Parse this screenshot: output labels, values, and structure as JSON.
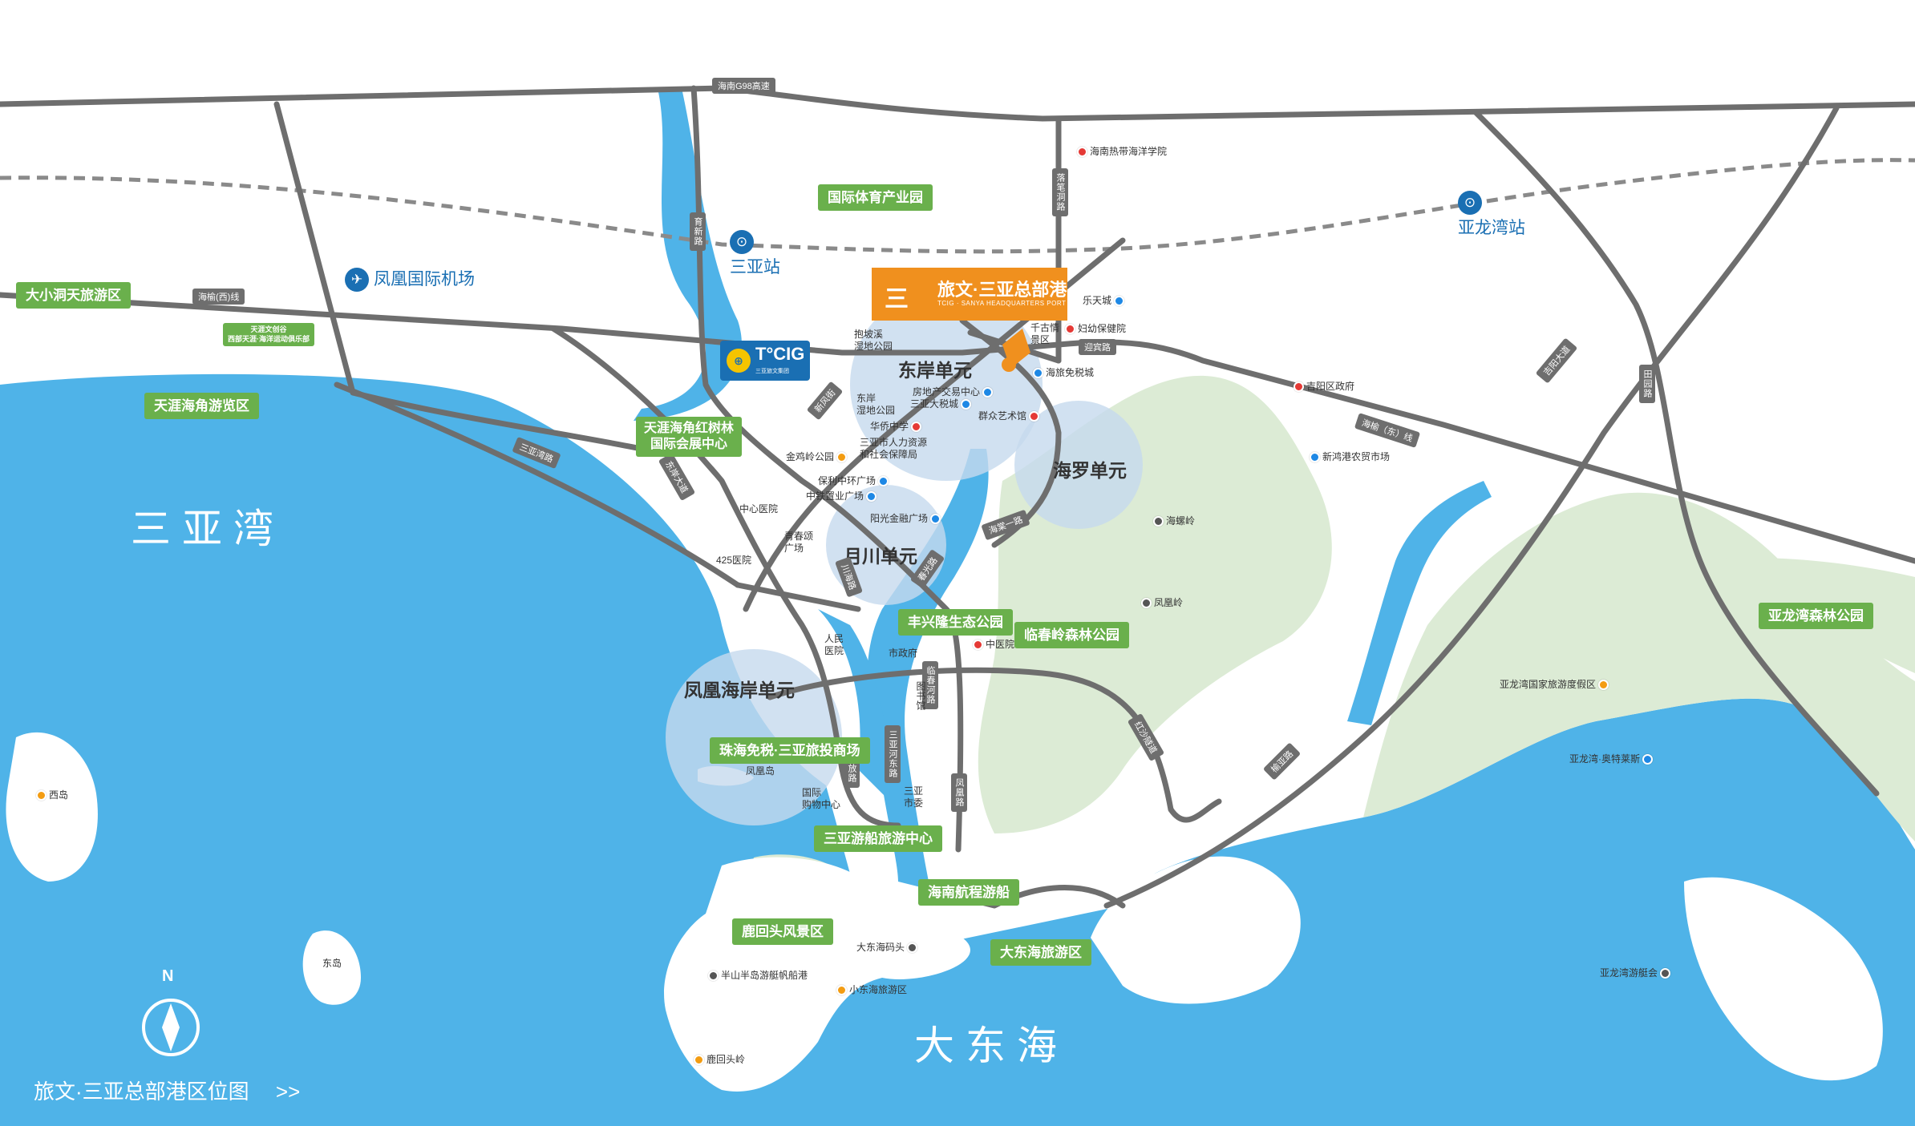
{
  "colors": {
    "water": "#4fb3e8",
    "land": "#ffffff",
    "green_area": "#dcebd5",
    "road": "#6e6e6e",
    "label_green": "#6ab04c",
    "hq_orange": "#f0901e",
    "brand_blue": "#1a6fb3",
    "unit_circle": "#c5d9ee"
  },
  "headquarters": {
    "logo": "三",
    "title": "旅文·三亚总部港",
    "subtitle": "TCIG · SANYA HEADQUARTERS PORT"
  },
  "tcig_logo": {
    "name": "T°CIG",
    "sub": "三亚旅文集团",
    "icon": "tcig-logo-icon"
  },
  "water_bodies": {
    "sanya_bay": "三亚湾",
    "dadong_sea": "大东海"
  },
  "units": {
    "dongan": "东岸单元",
    "hailuo": "海罗单元",
    "yuechuan": "月川单元",
    "fenghuang_coast": "凤凰海岸单元"
  },
  "stations": {
    "airport": {
      "label": "凤凰国际机场",
      "icon": "airplane-icon"
    },
    "sanya": {
      "label": "三亚站",
      "icon": "train-station-icon"
    },
    "yalongwan": {
      "label": "亚龙湾站",
      "icon": "train-station-icon"
    }
  },
  "roads": {
    "g98": "海南G98高速",
    "haiyu_west": "海榆(西)线",
    "haiyu_east": "海榆（东）线",
    "sanya_bay_road": "三亚湾路",
    "fenghuang_road": "凤凰路",
    "yuchuan_road": "育新路",
    "luobi_road": "落笔洞路",
    "yingbin_road": "迎宾路",
    "jiyang_road": "吉阳大道",
    "tianya_road": "田园路",
    "rongyu_road": "榆亚路",
    "hongsha_road": "红沙隧道",
    "xinfeng_road": "新风街",
    "chunguang_road": "春光路",
    "haitang_road": "海棠一路",
    "sanhe_road": "三亚河东路",
    "shuangjiang_road": "解放路",
    "dongyue_road": "临春河路",
    "jiefang_road": "川海路",
    "gangcheng": "东岸大道"
  },
  "labels": {
    "dadongtian": "大小洞天旅游区",
    "wenjin": "天涯文创谷\n西部天涯·海洋运动俱乐部",
    "tianya": "天涯海角游览区",
    "sports": "国际体育产业园",
    "mangrove": "天涯海角红树林\n国际会展中心",
    "fengxing": "丰兴隆生态公园",
    "linchun": "临春岭森林公园",
    "zhuhai": "珠海免税·三亚旅投商场",
    "cruise": "三亚游船旅游中心",
    "hainan_cruise": "海南航程游船",
    "luhuitou": "鹿回头风景区",
    "dadonghai": "大东海旅游区",
    "yalong_forest": "亚龙湾森林公园"
  },
  "pois": {
    "tropical_ocean": "海南热带海洋学院",
    "letian": "乐天城",
    "qiangu": "千古情\n景区",
    "fuyou": "妇幼保健院",
    "duty_free": "海旅免税城",
    "baolu": "抱坡溪\n湿地公园",
    "dongan_wetland": "东岸\n湿地公园",
    "property": "房地产交易中心",
    "sanya_tax": "三亚大税城",
    "huaqiao": "华侨中学",
    "culture": "群众艺术馆",
    "hr": "三亚市人力资源\n和社会保障局",
    "jinjiling": "金鸡岭公园",
    "baoli": "保利中环广场",
    "zhongtie": "中铁置业广场",
    "yangguang": "阳光金融广场",
    "hospital_c": "中心医院",
    "qingchun": "青春颂\n广场",
    "hospital_425": "425医院",
    "people_hospital": "人民\n医院",
    "gov": "市政府",
    "tcm": "中医院",
    "library": "图书馆",
    "committee": "三亚\n市委",
    "intl_shopping": "国际\n购物中心",
    "fenghuang_island": "凤凰岛",
    "jiyang_gov": "吉阳区政府",
    "xinhong": "新鸿港农贸市场",
    "hailuoling": "海螺岭",
    "fenghuangling": "凤凰岭",
    "xidao": "西岛",
    "dongdao": "东岛",
    "yalong_resort": "亚龙湾国家旅游度假区",
    "aotelaisi": "亚龙湾·奥特莱斯",
    "yacht": "亚龙湾游艇会",
    "dadonghai_pier": "大东海码头",
    "banshan": "半山半岛游艇帆船港",
    "xiaodonghai": "小东海旅游区",
    "luhuitouling": "鹿回头岭"
  },
  "footer": {
    "title": "旅文·三亚总部港区位图",
    "arrow": ">>"
  },
  "compass": {
    "label": "N",
    "icon": "compass-icon"
  }
}
